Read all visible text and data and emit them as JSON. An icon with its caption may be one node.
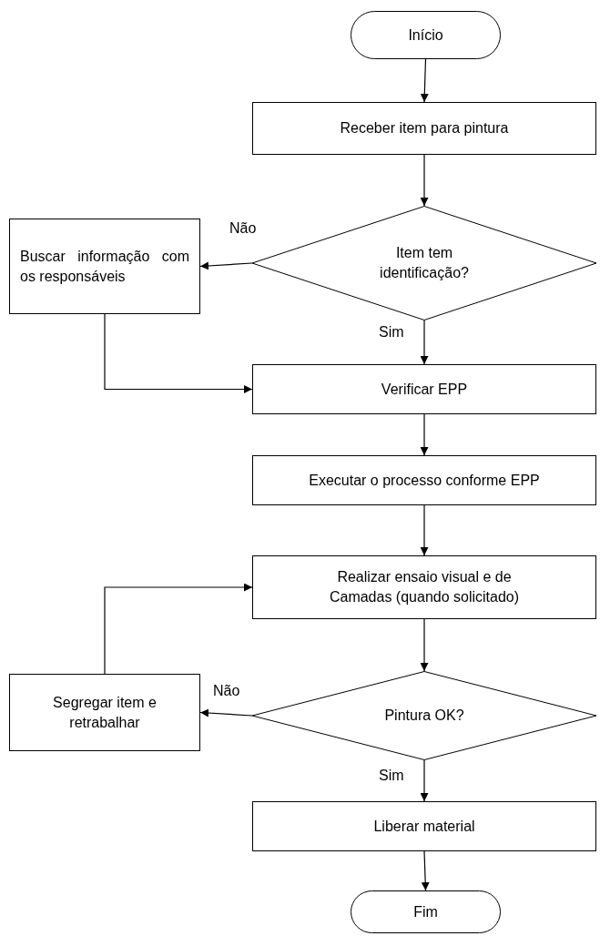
{
  "diagram": {
    "nodes": [
      {
        "text": [
          "Início"
        ]
      },
      {
        "text": [
          "Receber item para pintura"
        ]
      },
      {
        "text": [
          "Item tem identificação?"
        ]
      },
      {
        "text": [
          "Buscar informação com os responsáveis"
        ]
      },
      {
        "text": [
          "Verificar EPP"
        ]
      },
      {
        "text": [
          "Executar o processo conforme EPP"
        ]
      },
      {
        "text": [
          "Realizar ensaio visual e de Camadas (quando solicitado)"
        ]
      },
      {
        "text": [
          "Pintura OK?"
        ]
      },
      {
        "text": [
          "Segregar item e retrabalhar"
        ]
      },
      {
        "text": [
          "Liberar material"
        ]
      },
      {
        "text": [
          "Fim"
        ]
      }
    ],
    "edges": [
      {
        "from": 0,
        "to": 1,
        "arrow": "to"
      },
      {
        "from": 1,
        "to": 2,
        "arrow": "to"
      },
      {
        "from": 2,
        "to": 3,
        "arrow": "to",
        "label": "Não"
      },
      {
        "from": 2,
        "to": 4,
        "arrow": "to",
        "label": "Sim"
      },
      {
        "from": 3,
        "to": 4,
        "arrow": "to"
      },
      {
        "from": 4,
        "to": 5,
        "arrow": "to"
      },
      {
        "from": 5,
        "to": 6,
        "arrow": "to"
      },
      {
        "from": 6,
        "to": 7,
        "arrow": "to"
      },
      {
        "from": 7,
        "to": 8,
        "arrow": "to",
        "label": "Não"
      },
      {
        "from": 8,
        "to": 6,
        "arrow": "to"
      },
      {
        "from": 7,
        "to": 9,
        "arrow": "to",
        "label": "Sim"
      },
      {
        "from": 9,
        "to": 10,
        "arrow": "to"
      }
    ]
  }
}
